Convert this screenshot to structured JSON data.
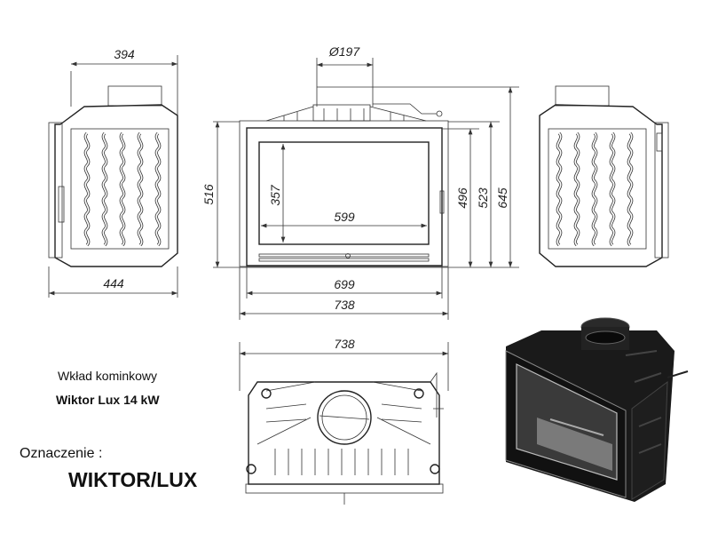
{
  "dimensions": {
    "side_depth_top": "394",
    "side_depth_bottom": "444",
    "flue_diameter": "Ø197",
    "front_height": "516",
    "glass_height": "357",
    "glass_width": "599",
    "door_height": "496",
    "body_height": "523",
    "total_height": "645",
    "door_width": "699",
    "body_width": "738",
    "top_view_width": "738"
  },
  "caption": {
    "product_type": "Wkład kominkowy",
    "product_name": "Wiktor Lux 14 kW",
    "designation_label": "Oznaczenie :",
    "designation_value": "WIKTOR/LUX"
  },
  "colors": {
    "line": "#333333",
    "render_body": "#1a1a1a"
  }
}
